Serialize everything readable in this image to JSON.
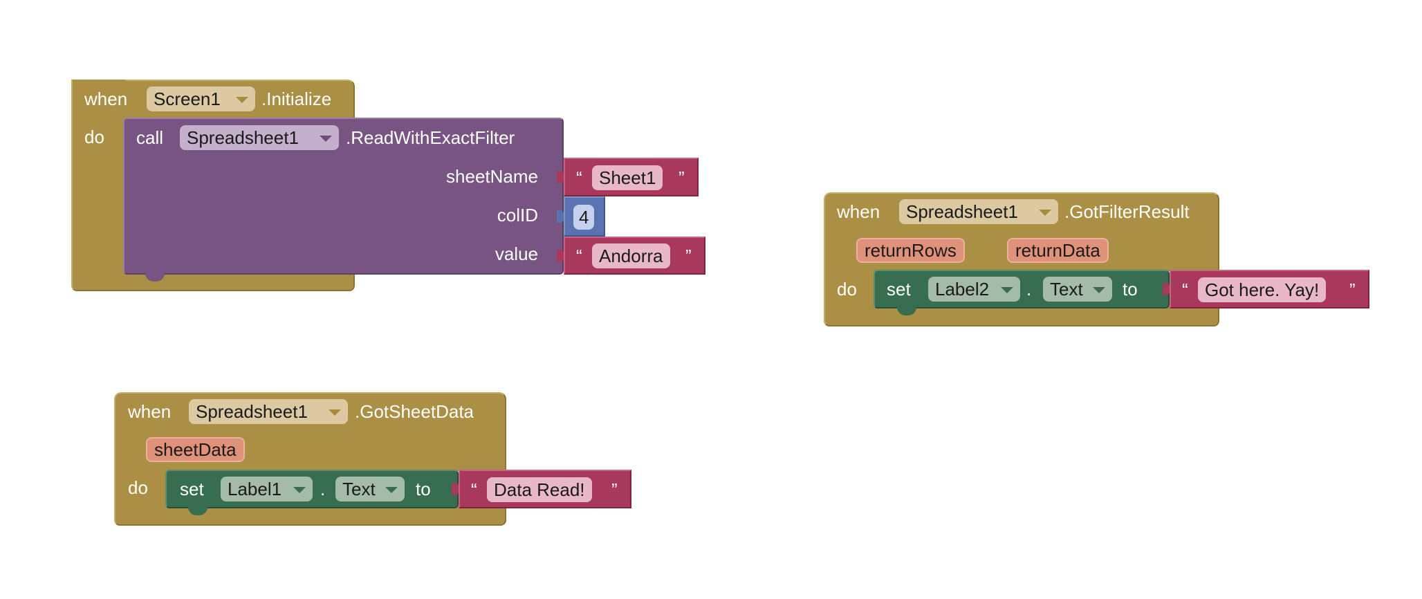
{
  "workspace": {
    "screen_initialize": {
      "when": "when",
      "component": "Screen1",
      "event": ".Initialize",
      "do": "do",
      "call": {
        "keyword": "call",
        "component": "Spreadsheet1",
        "method": ".ReadWithExactFilter",
        "args": [
          {
            "name": "sheetName",
            "kind": "text",
            "value": "Sheet1"
          },
          {
            "name": "colID",
            "kind": "number",
            "value": "4"
          },
          {
            "name": "value",
            "kind": "text",
            "value": "Andorra"
          }
        ]
      }
    },
    "got_filter_result": {
      "when": "when",
      "component": "Spreadsheet1",
      "event": ".GotFilterResult",
      "params": [
        "returnRows",
        "returnData"
      ],
      "do": "do",
      "set": {
        "keyword": "set",
        "component": "Label2",
        "dot": ".",
        "property": "Text",
        "to": "to",
        "value": "Got here. Yay!"
      }
    },
    "got_sheet_data": {
      "when": "when",
      "component": "Spreadsheet1",
      "event": ".GotSheetData",
      "params": [
        "sheetData"
      ],
      "do": "do",
      "set": {
        "keyword": "set",
        "component": "Label1",
        "dot": ".",
        "property": "Text",
        "to": "to",
        "value": "Data Read!"
      }
    },
    "quote_open": "“",
    "quote_close": "”",
    "colors": {
      "event_block": "#ab8f45",
      "call_block": "#775482",
      "set_block": "#376d50",
      "text_block": "#a8395c",
      "number_block": "#5873b0",
      "param_chip": "#e0917a"
    }
  }
}
